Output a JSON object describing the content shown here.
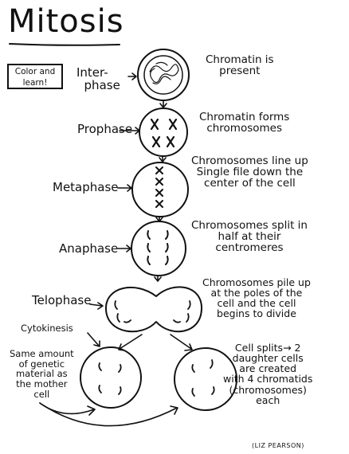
{
  "title": "Mitosis",
  "note": "Color and\nlearn!",
  "stages": [
    {
      "label": "Inter-\n  phase",
      "description": "Chromatin is\npresent"
    },
    {
      "label": "Prophase",
      "description": "Chromatin forms\nchromosomes"
    },
    {
      "label": "Metaphase",
      "description": "Chromosomes line up\nSingle file down the\ncenter of the cell"
    },
    {
      "label": "Anaphase",
      "description": "Chromosomes split in\nhalf at their\ncentromeres"
    },
    {
      "label": "Telophase",
      "description": "Chromosomes pile up\nat the poles of the\ncell and the cell\nbegins to divide"
    },
    {
      "label": "Cytokinesis",
      "description": "Cell splits→ 2\ndaughter cells\nare created\nwith 4 chromatids\n(chromosomes)\neach"
    }
  ],
  "mother_note": "Same amount\nof genetic\nmaterial as\nthe mother\ncell",
  "credit": "(LIZ PEARSON)"
}
